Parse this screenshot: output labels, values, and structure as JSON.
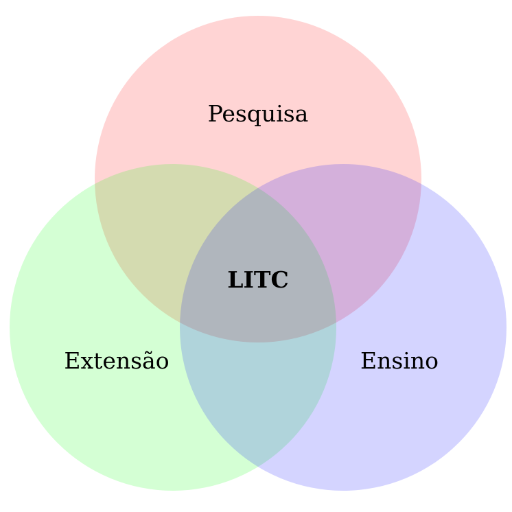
{
  "diagram": {
    "type": "venn",
    "sets": [
      {
        "label": "Pesquisa",
        "color": "#ff0000"
      },
      {
        "label": "Extensão",
        "color": "#00ff00"
      },
      {
        "label": "Ensino",
        "color": "#0000ff"
      }
    ],
    "center_label": "LITC"
  }
}
